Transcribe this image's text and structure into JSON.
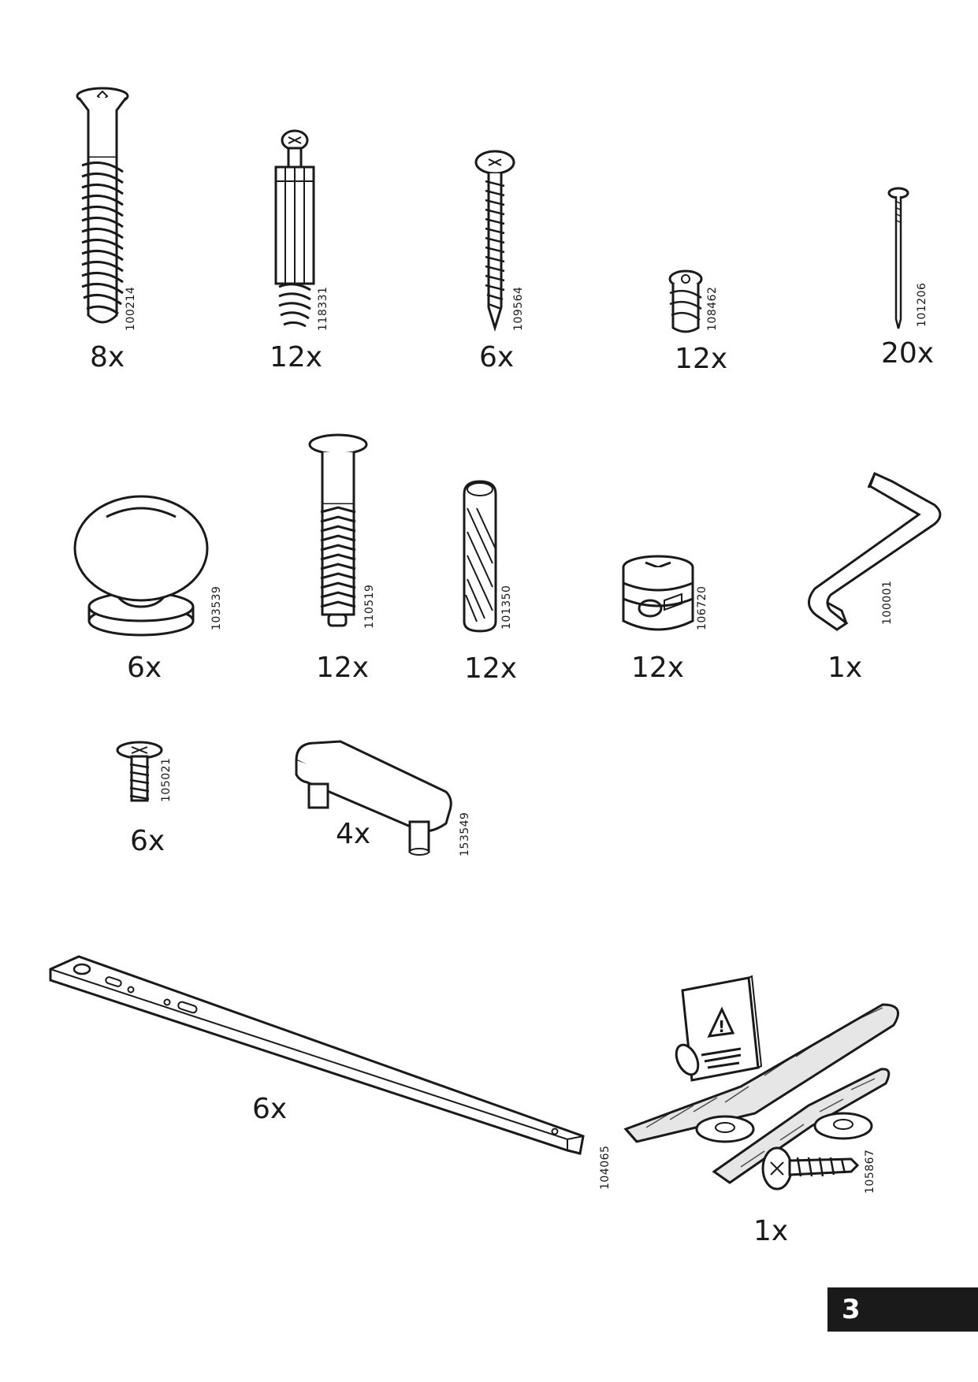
{
  "page_number": "3",
  "parts": {
    "cam_screw_100214": {
      "code": "100214",
      "qty": "8x"
    },
    "cam_dowel_118331": {
      "code": "118331",
      "qty": "12x"
    },
    "wood_screw_109564": {
      "code": "109564",
      "qty": "6x"
    },
    "insert_108462": {
      "code": "108462",
      "qty": "12x"
    },
    "nail_101206": {
      "code": "101206",
      "qty": "20x"
    },
    "knob_103539": {
      "code": "103539",
      "qty": "6x"
    },
    "dowel_screw_110519": {
      "code": "110519",
      "qty": "12x"
    },
    "wood_dowel_101350": {
      "code": "101350",
      "qty": "12x"
    },
    "cam_lock_106720": {
      "code": "106720",
      "qty": "12x"
    },
    "allen_key_100001": {
      "code": "100001",
      "qty": "1x"
    },
    "bolt_105021": {
      "code": "105021",
      "qty": "6x"
    },
    "glide_153549": {
      "code": "153549",
      "qty": "4x"
    },
    "drawer_rail_104065": {
      "code": "104065",
      "qty": "6x"
    },
    "wall_anchor_kit_105867": {
      "code": "105867",
      "qty": "1x",
      "warning_symbol": "!"
    }
  }
}
